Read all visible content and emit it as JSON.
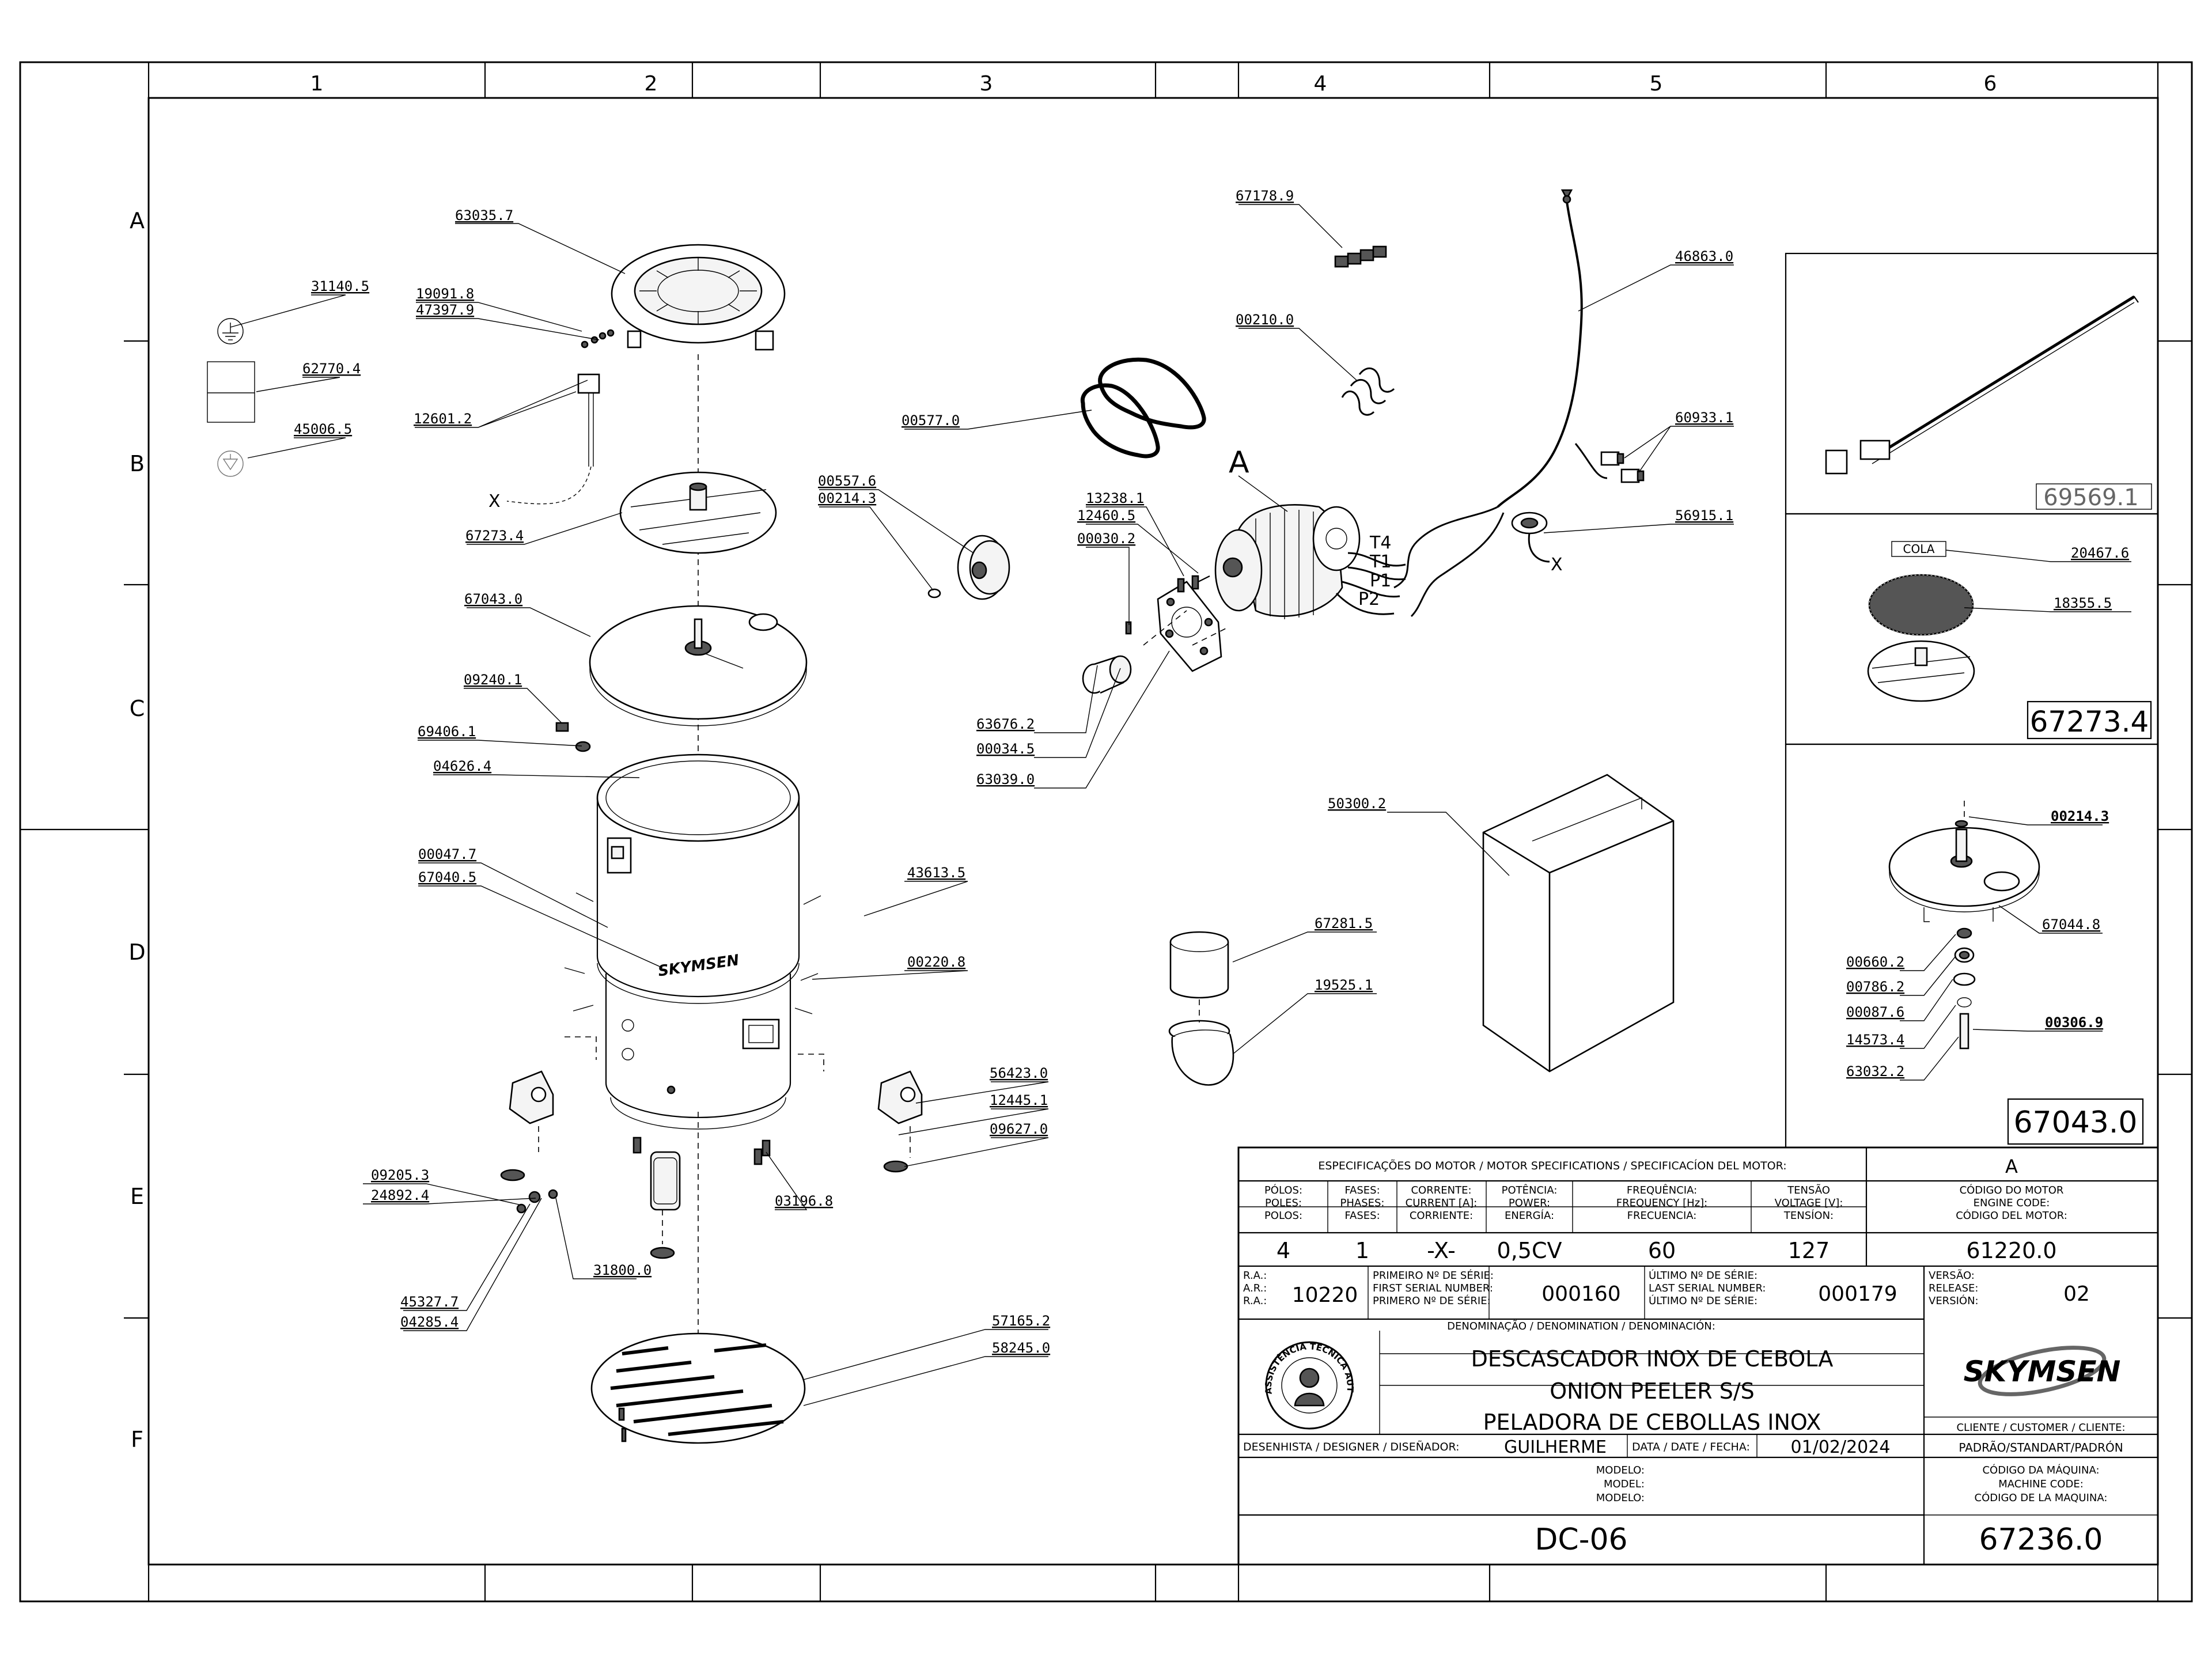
{
  "frame": {
    "columns": [
      "1",
      "2",
      "3",
      "4",
      "5",
      "6"
    ],
    "rows": [
      "A",
      "B",
      "C",
      "D",
      "E",
      "F"
    ]
  },
  "parts": [
    {
      "code": "31140.5"
    },
    {
      "code": "62770.4"
    },
    {
      "code": "45006.5"
    },
    {
      "code": "63035.7"
    },
    {
      "code": "19091.8"
    },
    {
      "code": "47397.9"
    },
    {
      "code": "12601.2"
    },
    {
      "code": "67273.4"
    },
    {
      "code": "67043.0"
    },
    {
      "code": "09240.1"
    },
    {
      "code": "69406.1"
    },
    {
      "code": "04626.4"
    },
    {
      "code": "00047.7"
    },
    {
      "code": "67040.5"
    },
    {
      "code": "43613.5"
    },
    {
      "code": "00220.8"
    },
    {
      "code": "56423.0"
    },
    {
      "code": "12445.1"
    },
    {
      "code": "09627.0"
    },
    {
      "code": "09205.3"
    },
    {
      "code": "24892.4"
    },
    {
      "code": "03196.8"
    },
    {
      "code": "31800.0"
    },
    {
      "code": "45327.7"
    },
    {
      "code": "04285.4"
    },
    {
      "code": "57165.2"
    },
    {
      "code": "58245.0"
    },
    {
      "code": "00577.0"
    },
    {
      "code": "00557.6"
    },
    {
      "code": "00214.3"
    },
    {
      "code": "67178.9"
    },
    {
      "code": "00210.0"
    },
    {
      "code": "46863.0"
    },
    {
      "code": "60933.1"
    },
    {
      "code": "56915.1"
    },
    {
      "code": "13238.1"
    },
    {
      "code": "12460.5"
    },
    {
      "code": "00030.2"
    },
    {
      "code": "63676.2"
    },
    {
      "code": "00034.5"
    },
    {
      "code": "63039.0"
    },
    {
      "code": "50300.2"
    },
    {
      "code": "67281.5"
    },
    {
      "code": "19525.1"
    }
  ],
  "marks": {
    "x1": "X",
    "x2": "X",
    "detail_a": "A",
    "wires": [
      "T4",
      "T1",
      "P1",
      "P2"
    ],
    "brand_body": "SKYMSEN"
  },
  "detail_boxes": {
    "box1": {
      "code": "69569.1"
    },
    "box2": {
      "tag": "COLA",
      "parts": [
        "20467.6",
        "18355.5"
      ],
      "code": "67273.4"
    },
    "box3": {
      "parts": [
        "00214.3",
        "67044.8",
        "00660.2",
        "00786.2",
        "00087.6",
        "14573.4",
        "00306.9",
        "63032.2"
      ],
      "code": "67043.0"
    }
  },
  "title_block": {
    "motor_spec_title": "ESPECIFICAÇÕES DO MOTOR / MOTOR SPECIFICATIONS / SPECIFICACÍON DEL MOTOR:",
    "motor_ref": "A",
    "headers": [
      [
        "PÓLOS:",
        "POLES:",
        "POLOS:"
      ],
      [
        "FASES:",
        "PHASES:",
        "FASES:"
      ],
      [
        "CORRENTE:",
        "CURRENT [A]:",
        "CORRIENTE:"
      ],
      [
        "POTÊNCIA:",
        "POWER:",
        "ENERGÍA:"
      ],
      [
        "FREQUÊNCIA:",
        "FREQUENCY [Hz]:",
        "FRECUENCIA:"
      ],
      [
        "TENSÃO",
        "VOLTAGE [V]:",
        "TENSÍON:"
      ]
    ],
    "values": [
      "4",
      "1",
      "-X-",
      "0,5CV",
      "60",
      "127"
    ],
    "engine_code_label": [
      "CÓDIGO DO MOTOR",
      "ENGINE CODE:",
      "CÓDIGO DEL MOTOR:"
    ],
    "engine_code": "61220.0",
    "ra_label": [
      "R.A.:",
      "A.R.:",
      "R.A.:"
    ],
    "ra": "10220",
    "first_serial_label": [
      "PRIMEIRO Nº DE SÉRIE:",
      "FIRST SERIAL NUMBER:",
      "PRIMERO Nº DE SÉRIE:"
    ],
    "first_serial": "000160",
    "last_serial_label": [
      "ÚLTIMO Nº DE SÉRIE:",
      "LAST SERIAL NUMBER:",
      "ÚLTIMO Nº DE SÉRIE:"
    ],
    "last_serial": "000179",
    "version_label": [
      "VERSÃO:",
      "RELEASE:",
      "VERSIÓN:"
    ],
    "version": "02",
    "denomination_label": "DENOMINAÇÃO / DENOMINATION / DENOMINACIÓN:",
    "names": [
      "DESCASCADOR INOX DE CEBOLA",
      "ONION PEELER S/S",
      "PELADORA DE CEBOLLAS INOX"
    ],
    "seal_text": "ASSISTÊNCIA TÉCNICA AUTORIZADA",
    "brand": "SKYMSEN",
    "client_label": "CLIENTE / CUSTOMER / CLIENTE:",
    "client": "PADRÃO/STANDART/PADRÓN",
    "designer_label": "DESENHISTA / DESIGNER / DISEÑADOR:",
    "designer": "GUILHERME",
    "date_label": "DATA / DATE / FECHA:",
    "date": "01/02/2024",
    "model_label": [
      "MODELO:",
      "MODEL:",
      "MODELO:"
    ],
    "machine_code_label": [
      "CÓDIGO DA MÁQUINA:",
      "MACHINE CODE:",
      "CÓDIGO DE LA MAQUINA:"
    ],
    "model": "DC-06",
    "machine_code": "67236.0"
  }
}
